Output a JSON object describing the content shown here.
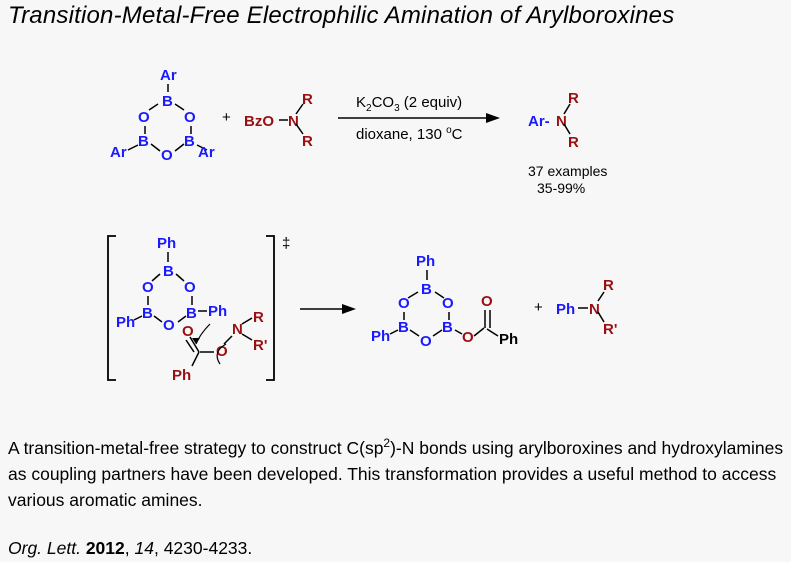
{
  "title": "Transition-Metal-Free Electrophilic Amination of Arylboroxines",
  "scheme": {
    "boroxine_substituent": "Ar",
    "ring_O": "O",
    "ring_B": "B",
    "plus": "+",
    "reagent_prefix": "BzO",
    "reagent_N": "N",
    "R": "R",
    "R_prime": "R'",
    "conditions_reagent": "K",
    "conditions_sub": "2",
    "conditions_reagent_2": "CO",
    "conditions_sub_2": "3",
    "conditions_equiv": " (2 equiv)",
    "conditions_solvent": "dioxane, 130 ",
    "conditions_degree": "o",
    "conditions_unit": "C",
    "product_prefix": "Ar-",
    "examples": "37 examples",
    "yield_range": "35-99%"
  },
  "mechanism": {
    "phenyl": "Ph",
    "ts_symbol": "‡",
    "carbonyl_O": "O",
    "ester_O": "O",
    "product_N": "N"
  },
  "description_part1": "A transition-metal-free strategy to construct C(sp",
  "description_sup": "2",
  "description_part2": ")-N bonds using arylboroxines and hydroxylamines as coupling partners have been developed. This transformation provides a useful method to access various aromatic amines.",
  "citation": {
    "journal": "Org. Lett.",
    "year": "2012",
    "volume": "14",
    "pages": "4230-4233."
  },
  "colors": {
    "boron_blue": "#1a1aff",
    "amine_red": "#9a0f12",
    "background": "#f7f7f7"
  }
}
